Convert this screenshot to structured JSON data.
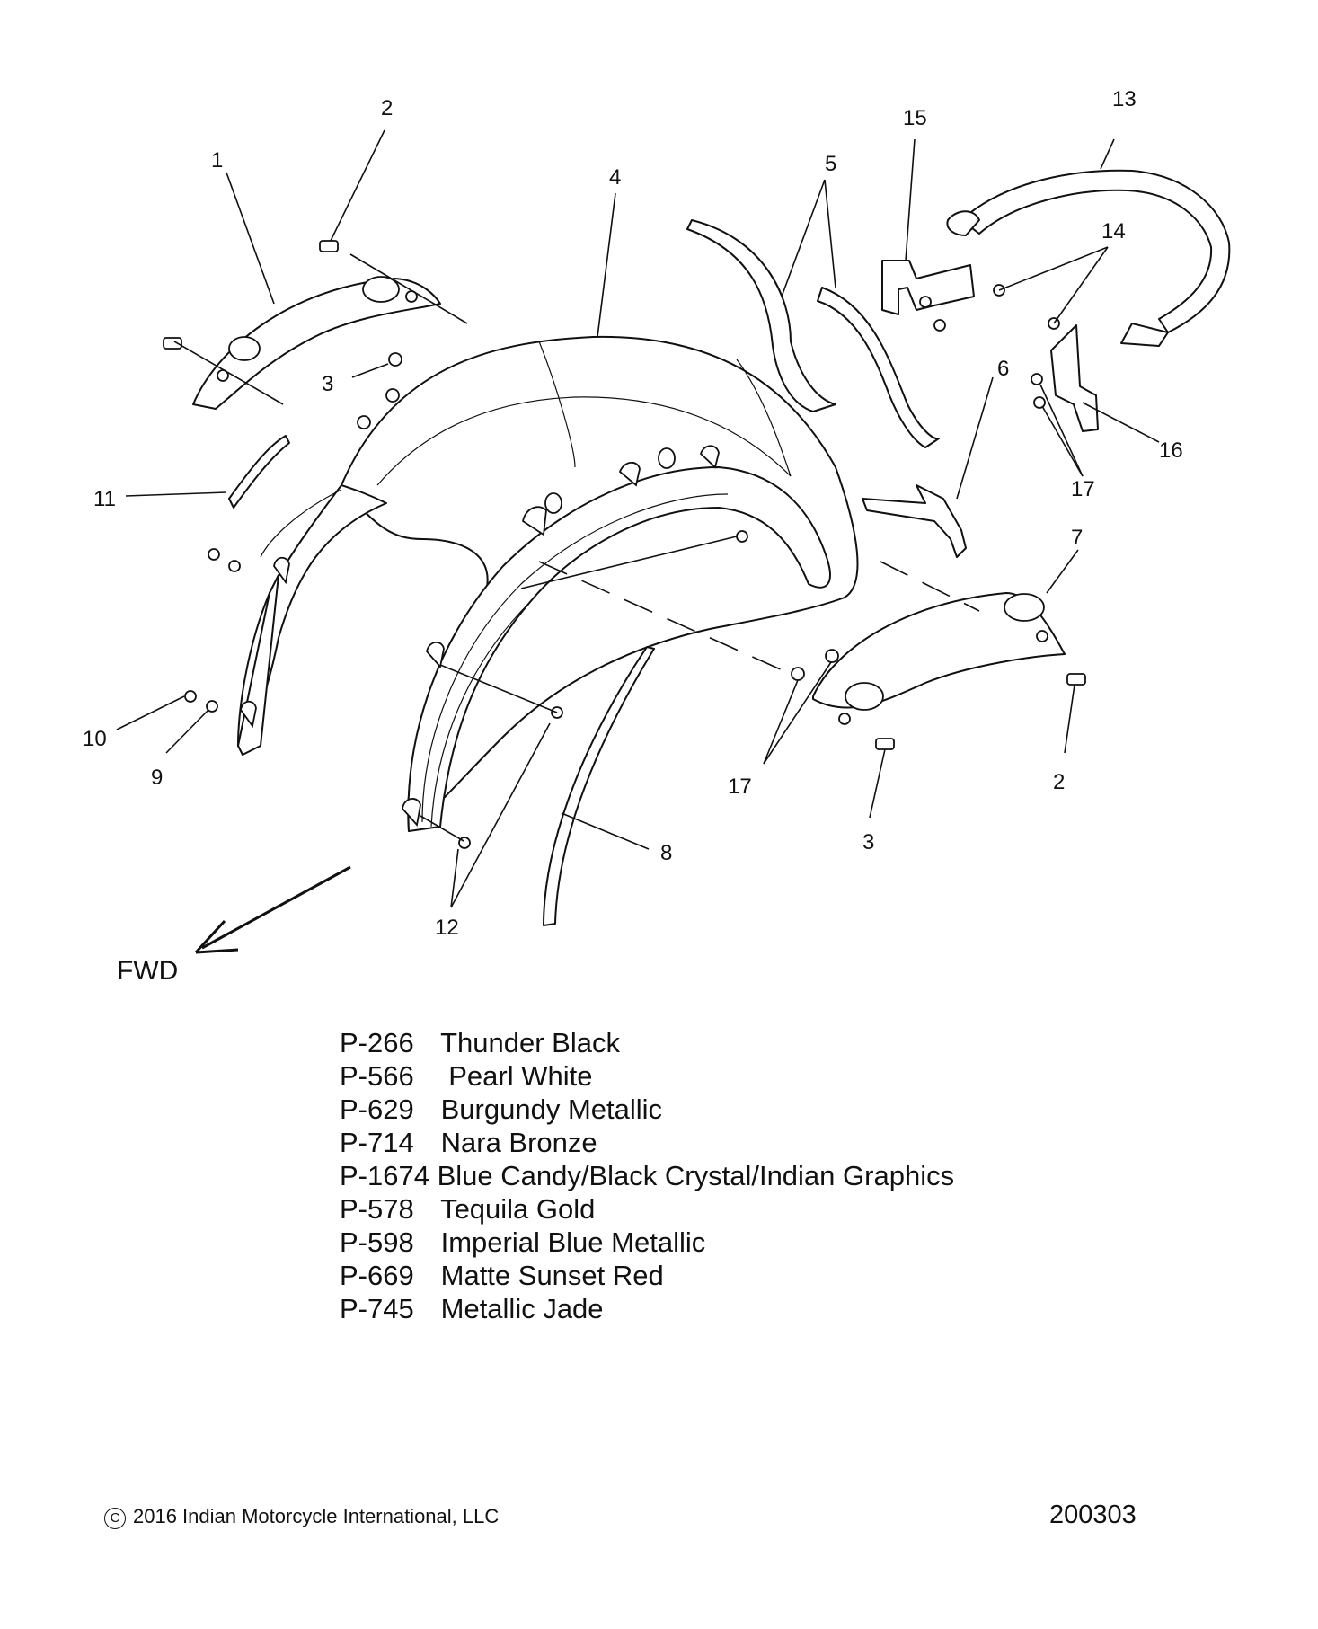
{
  "callouts": [
    "1",
    "2",
    "3",
    "4",
    "5",
    "6",
    "7",
    "8",
    "9",
    "10",
    "11",
    "12",
    "13",
    "14",
    "15",
    "16",
    "17"
  ],
  "direction_label": "FWD",
  "paint_codes": [
    {
      "code": "P-266",
      "name": "Thunder Black"
    },
    {
      "code": "P-566",
      "name": " Pearl White"
    },
    {
      "code": "P-629",
      "name": "Burgundy Metallic"
    },
    {
      "code": "P-714",
      "name": "Nara Bronze"
    },
    {
      "code": "P-1674",
      "name": "Blue Candy/Black Crystal/Indian Graphics"
    },
    {
      "code": "P-578",
      "name": "Tequila Gold"
    },
    {
      "code": "P-598",
      "name": "Imperial Blue Metallic"
    },
    {
      "code": "P-669",
      "name": "Matte Sunset Red"
    },
    {
      "code": "P-745",
      "name": "Metallic Jade"
    }
  ],
  "copyright": "2016 Indian Motorcycle International, LLC",
  "diagram_number": "200303"
}
